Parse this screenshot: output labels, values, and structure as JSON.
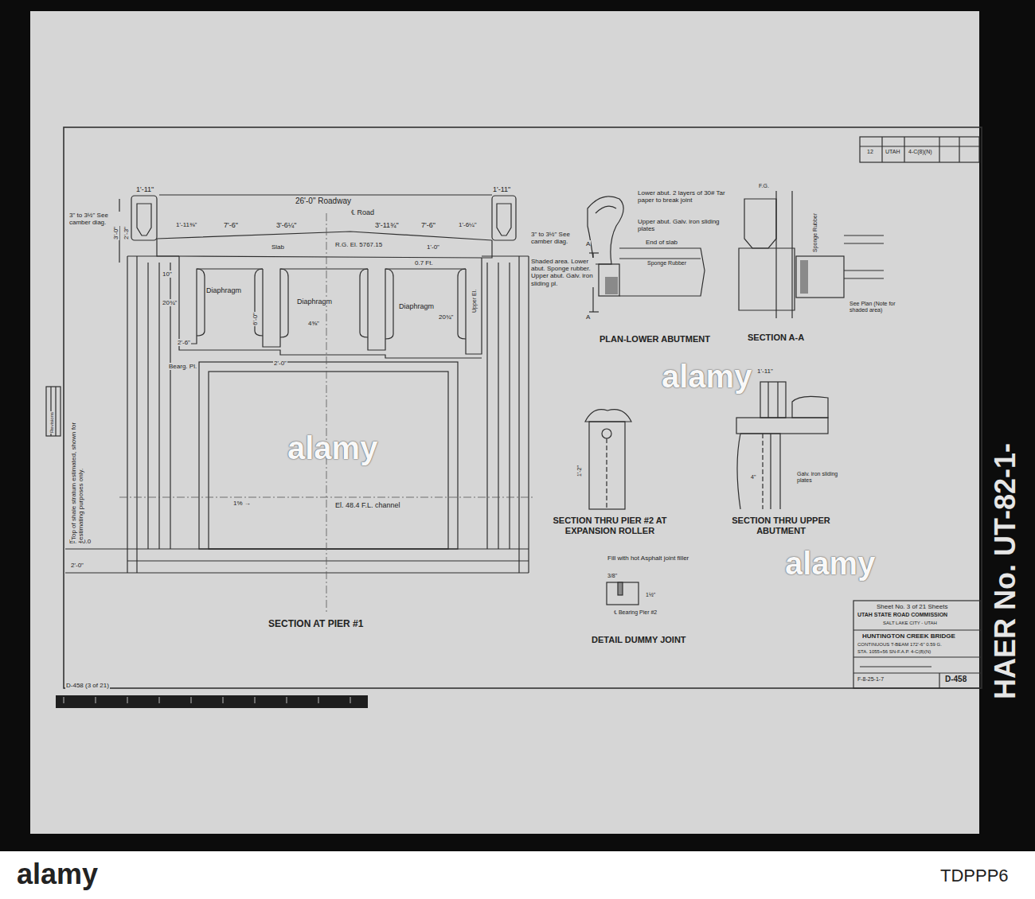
{
  "diagram": {
    "labels": [
      "26'-0\" Roadway",
      "℄ Road",
      "1'-11\"",
      "1'-11\"",
      "3'-0\"",
      "2'-3\"",
      "3\" to 3½\" See camber diag.",
      "1'-11⅜\"",
      "7'-6\"",
      "3'-6¼\"",
      "3'-11¾\"",
      "7'-6\"",
      "1'-6¼\"",
      "Slab",
      "R.G. El. 5767.15",
      "1'-0\"",
      "0.7 Ft.",
      "Upper El.",
      "3\" to 3½\" See camber diag.",
      "Shaded area. Lower abut. Sponge rubber. Upper abut. Galv. iron sliding pl.",
      "Diaphragm",
      "Diaphragm",
      "Diaphragm",
      "6'-0\"",
      "4⅝\"",
      "10\"",
      "20¾\"",
      "20¾\"",
      "Bearg. Pl.",
      "2'-6\"",
      "2'-0\"",
      "El. 48.4 F.L. channel",
      "1% →",
      "El. 40.0",
      "2'-0\"",
      "Top of shale stratum estimated, shown for estimating purposes only.",
      "SECTION AT PIER #1",
      "Lower abut. 2 layers of 30# Tar paper to break joint",
      "Upper abut. Galv. iron sliding plates",
      "A",
      "A",
      "End of slab",
      "Sponge Rubber",
      "PLAN-LOWER ABUTMENT",
      "F.G.",
      "Sponge Rubber",
      "See Plan (Note for shaded area)",
      "SECTION A-A",
      "1'-2\"",
      "SECTION THRU PIER #2 AT EXPANSION ROLLER",
      "1'-11\"",
      "Galv. iron sliding plates",
      "4\"",
      "SECTION THRU UPPER ABUTMENT",
      "Fill with hot Asphalt joint filler",
      "3/8\"",
      "1½\"",
      "℄ Bearing Pier #2",
      "DETAIL DUMMY JOINT",
      "Sheet No. 3 of 21 Sheets",
      "UTAH STATE ROAD COMMISSION",
      "SALT LAKE CITY - UTAH",
      "HUNTINGTON CREEK BRIDGE",
      "CONTINUOUS T-BEAM 172'-6\" 0.59 G.",
      "STA. 1055+56 SN-F.A.P. 4-C(8)(N)",
      "F-8-25-1-7",
      "D-458",
      "D-458 (3 of 21)",
      "12",
      "UTAH",
      "4-C(8)(N)",
      "Revisions",
      "HAER No. UT-82-1-",
      "alamy",
      "alamy",
      "alamy",
      "alamy",
      "TDPPP6"
    ]
  }
}
